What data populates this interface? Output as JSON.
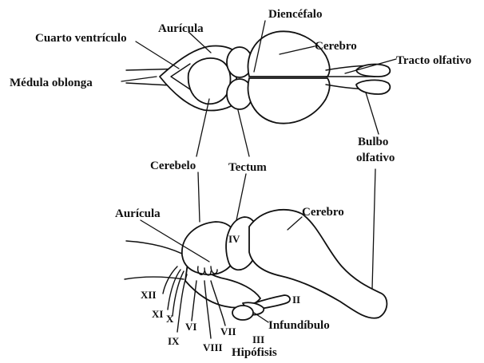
{
  "labels": {
    "cuarto_ventriculo": "Cuarto ventrículo",
    "auricula_top": "Aurícula",
    "diencefalo": "Diencéfalo",
    "cerebro_top": "Cerebro",
    "tracto_olfativo": "Tracto olfativo",
    "medula_oblonga": "Médula oblonga",
    "bulbo": "Bulbo",
    "olfativo": "olfativo",
    "cerebelo": "Cerebelo",
    "tectum": "Tectum",
    "auricula_bottom": "Aurícula",
    "cerebro_bottom": "Cerebro",
    "nerve_iv": "IV",
    "nerve_ii": "II",
    "nerve_xii": "XII",
    "nerve_xi": "XI",
    "nerve_x": "X",
    "nerve_ix": "IX",
    "nerve_vi": "VI",
    "nerve_viii": "VIII",
    "nerve_vii": "VII",
    "nerve_iii": "III",
    "infundibulo": "Infundíbulo",
    "hipofisis": "Hipófisis"
  }
}
